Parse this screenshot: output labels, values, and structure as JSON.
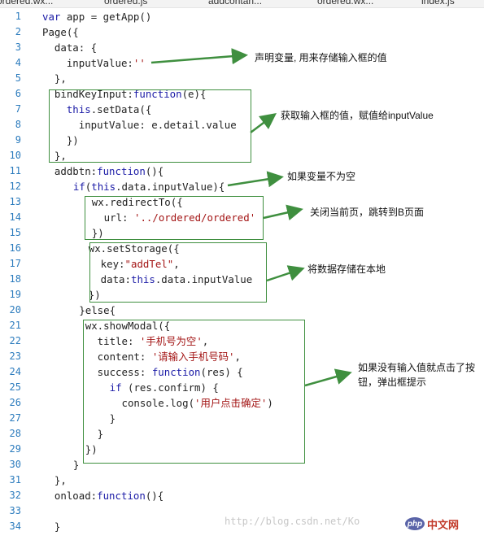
{
  "tabs": [
    {
      "label": "ordered.wx...",
      "active": false
    },
    {
      "label": "ordered.js",
      "active": false
    },
    {
      "label": "addcontan...",
      "active": true
    },
    {
      "label": "ordered.wx...",
      "active": false
    },
    {
      "label": "index.js",
      "active": false
    }
  ],
  "line_numbers": [
    "1",
    "2",
    "3",
    "4",
    "5",
    "6",
    "7",
    "8",
    "9",
    "10",
    "11",
    "12",
    "13",
    "14",
    "15",
    "16",
    "17",
    "18",
    "19",
    "20",
    "21",
    "22",
    "23",
    "24",
    "25",
    "26",
    "27",
    "28",
    "29",
    "30",
    "31",
    "32",
    "33",
    "34"
  ],
  "code": {
    "l1a": "var",
    "l1b": " app = getApp()",
    "l2": "Page({",
    "l3": "  data: {",
    "l4a": "    inputValue:",
    "l4b": "''",
    "l5": "  },",
    "l6a": "  bindKeyInput:",
    "l6b": "function",
    "l6c": "(e){",
    "l7a": "    ",
    "l7b": "this",
    "l7c": ".setData({",
    "l8": "      inputValue: e.detail.value",
    "l9": "    })",
    "l10": "  },",
    "l11a": "  addbtn:",
    "l11b": "function",
    "l11c": "(){",
    "l12a": "    ",
    "l12b": "if",
    "l12c": "(",
    "l12d": "this",
    "l12e": ".data.inputValue){",
    "l13": "      wx.redirectTo({",
    "l14a": "        url: ",
    "l14b": "'../ordered/ordered'",
    "l15": "      })",
    "l16": "      wx.setStorage({",
    "l17a": "        key:",
    "l17b": "\"addTel\"",
    "l17c": ",",
    "l18a": "        data:",
    "l18b": "this",
    "l18c": ".data.inputValue",
    "l19": "      })",
    "l20": "     }else{",
    "l21": "      wx.showModal({",
    "l22a": "        title: ",
    "l22b": "'手机号为空'",
    "l22c": ",",
    "l23a": "        content: ",
    "l23b": "'请输入手机号码'",
    "l23c": ",",
    "l24a": "        success: ",
    "l24b": "function",
    "l24c": "(res) {",
    "l25a": "          ",
    "l25b": "if",
    "l25c": " (res.confirm) {",
    "l26a": "            console.log(",
    "l26b": "'用户点击确定'",
    "l26c": ")",
    "l27": "          }",
    "l28": "        }",
    "l29": "      })",
    "l30": "    }",
    "l31": "  },",
    "l32a": "  onload:",
    "l32b": "function",
    "l32c": "(){",
    "l33": "",
    "l34": "  }"
  },
  "annotations": {
    "a1": "声明变量, 用来存储输入框的值",
    "a2": "获取输入框的值，赋值给inputValue",
    "a3": "如果变量不为空",
    "a4": "关闭当前页，跳转到B页面",
    "a5": "将数据存储在本地",
    "a6": "如果没有输入值就点击了按钮，弹出框提示"
  },
  "watermark": "http://blog.csdn.net/Ko",
  "logo": {
    "badge": "php",
    "text": "中文网"
  },
  "colors": {
    "annotation_green": "#3f8f3f",
    "keyword_blue": "#1a1aa6",
    "string_red": "#a31515",
    "line_number_blue": "#2b7bbd"
  }
}
